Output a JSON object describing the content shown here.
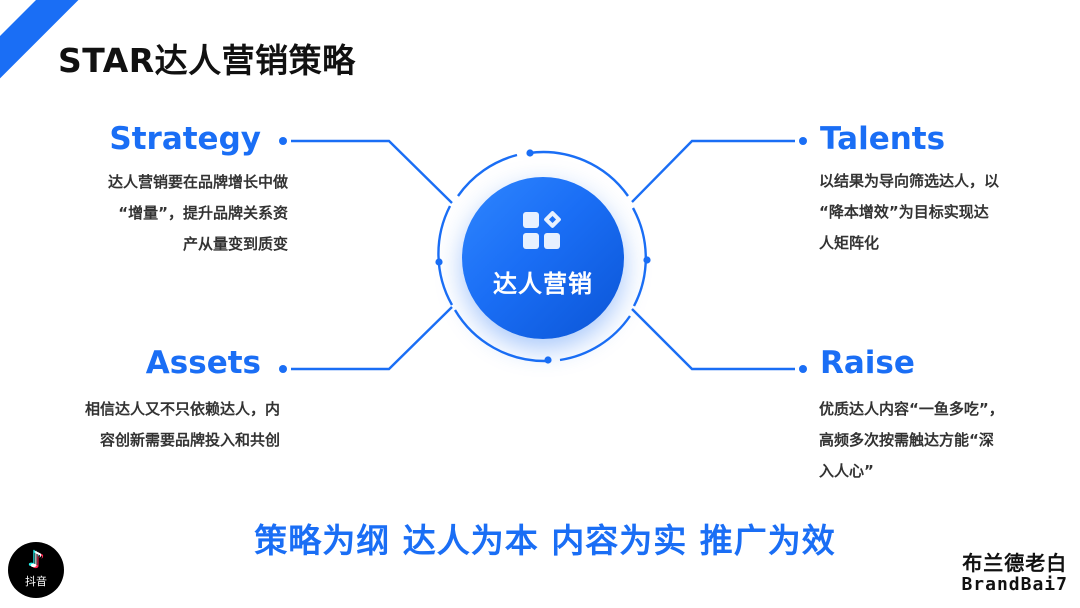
{
  "slide": {
    "title": "STAR达人营销策略",
    "accent_color": "#1a6ef5"
  },
  "center": {
    "icon": "apps-grid-icon",
    "label": "达人营销"
  },
  "quadrants": {
    "strategy": {
      "heading": "Strategy",
      "lines": [
        "达人营销要在品牌增长中做",
        "“增量”，提升品牌关系资",
        "产从量变到质变"
      ]
    },
    "talents": {
      "heading": "Talents",
      "lines": [
        "以结果为导向筛选达人，以",
        "“降本增效”为目标实现达",
        "人矩阵化"
      ]
    },
    "assets": {
      "heading": "Assets",
      "lines": [
        "相信达人又不只依赖达人，内",
        "容创新需要品牌投入和共创"
      ]
    },
    "raise": {
      "heading": "Raise",
      "lines": [
        "优质达人内容“一鱼多吃”，",
        "高频多次按需触达方能“深",
        "入人心”"
      ]
    }
  },
  "slogan": "策略为纲 达人为本 内容为实 推广为效",
  "logos": {
    "douyin": {
      "icon": "douyin-note-icon",
      "label": "抖音"
    },
    "brand": {
      "cn": "布兰德老白",
      "en": "BrandBai7"
    }
  }
}
